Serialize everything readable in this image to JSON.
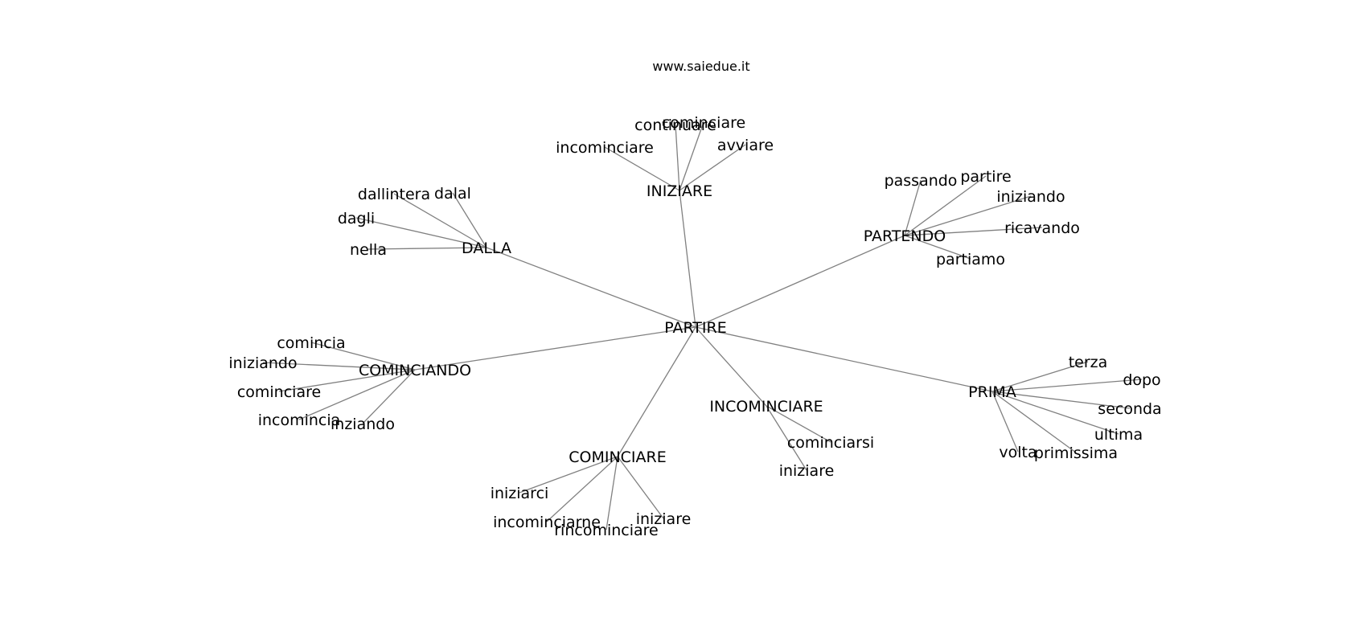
{
  "site": "www.saiedue.it",
  "root": "PARTIRE",
  "groups": [
    {
      "hub": "INIZIARE",
      "leaves": [
        "incominciare",
        "continuare",
        "cominciare",
        "avviare"
      ]
    },
    {
      "hub": "DALLA",
      "leaves": [
        "dallintera",
        "dalal",
        "dagli",
        "nella"
      ]
    },
    {
      "hub": "PARTENDO",
      "leaves": [
        "passando",
        "partire",
        "iniziando",
        "ricavando",
        "partiamo"
      ]
    },
    {
      "hub": "COMINCIANDO",
      "leaves": [
        "comincia",
        "iniziando",
        "cominciare",
        "incomincia",
        "inziando"
      ]
    },
    {
      "hub": "PRIMA",
      "leaves": [
        "terza",
        "dopo",
        "seconda",
        "ultima",
        "primissima",
        "volta"
      ]
    },
    {
      "hub": "INCOMINCIARE",
      "leaves": [
        "cominciarsi",
        "iniziare"
      ]
    },
    {
      "hub": "COMINCIARE",
      "leaves": [
        "iniziarci",
        "incominciarne",
        "rincominciare",
        "iniziare"
      ]
    }
  ]
}
